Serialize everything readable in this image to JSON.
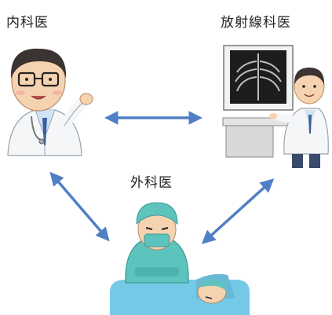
{
  "labels": {
    "internist": "内科医",
    "radiologist": "放射線科医",
    "surgeon": "外科医"
  },
  "colors": {
    "arrow": "#4f7fc4",
    "scrubs": "#5cc3bd",
    "skin": "#f6d3b0",
    "coat": "#f4f6f8"
  }
}
